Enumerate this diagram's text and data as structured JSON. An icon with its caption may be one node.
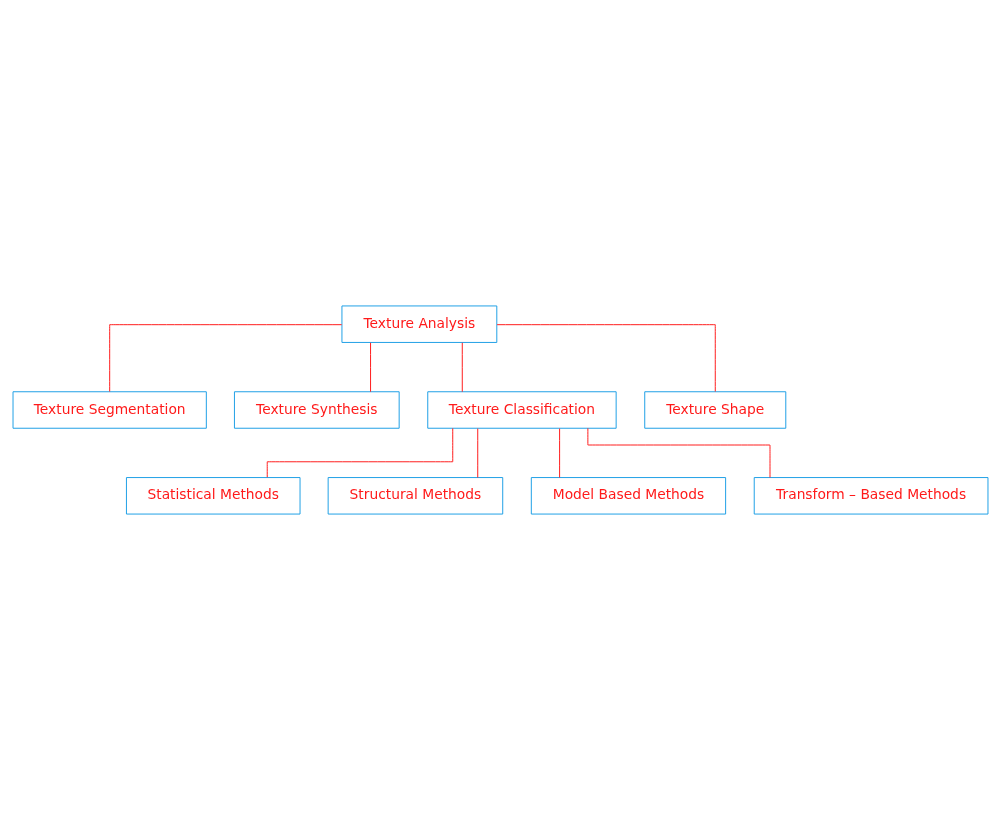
{
  "diagram": {
    "nodes": [
      {
        "text": [
          "Texture Analysis"
        ]
      },
      {
        "text": [
          "Texture Segmentation"
        ]
      },
      {
        "text": [
          "Texture Synthesis"
        ]
      },
      {
        "text": [
          "Texture Classification"
        ]
      },
      {
        "text": [
          "Texture Shape"
        ]
      },
      {
        "text": [
          "Statistical Methods"
        ]
      },
      {
        "text": [
          "Structural Methods"
        ]
      },
      {
        "text": [
          "Model Based Methods"
        ]
      },
      {
        "text": [
          "Transform – Based Methods"
        ]
      }
    ],
    "edges": [
      {
        "from": 0,
        "to": 1,
        "arrow": "none"
      },
      {
        "from": 0,
        "to": 2,
        "arrow": "none"
      },
      {
        "from": 0,
        "to": 3,
        "arrow": "none"
      },
      {
        "from": 0,
        "to": 4,
        "arrow": "none"
      },
      {
        "from": 3,
        "to": 5,
        "arrow": "none"
      },
      {
        "from": 3,
        "to": 6,
        "arrow": "none"
      },
      {
        "from": 3,
        "to": 7,
        "arrow": "none"
      },
      {
        "from": 3,
        "to": 8,
        "arrow": "none"
      }
    ]
  }
}
